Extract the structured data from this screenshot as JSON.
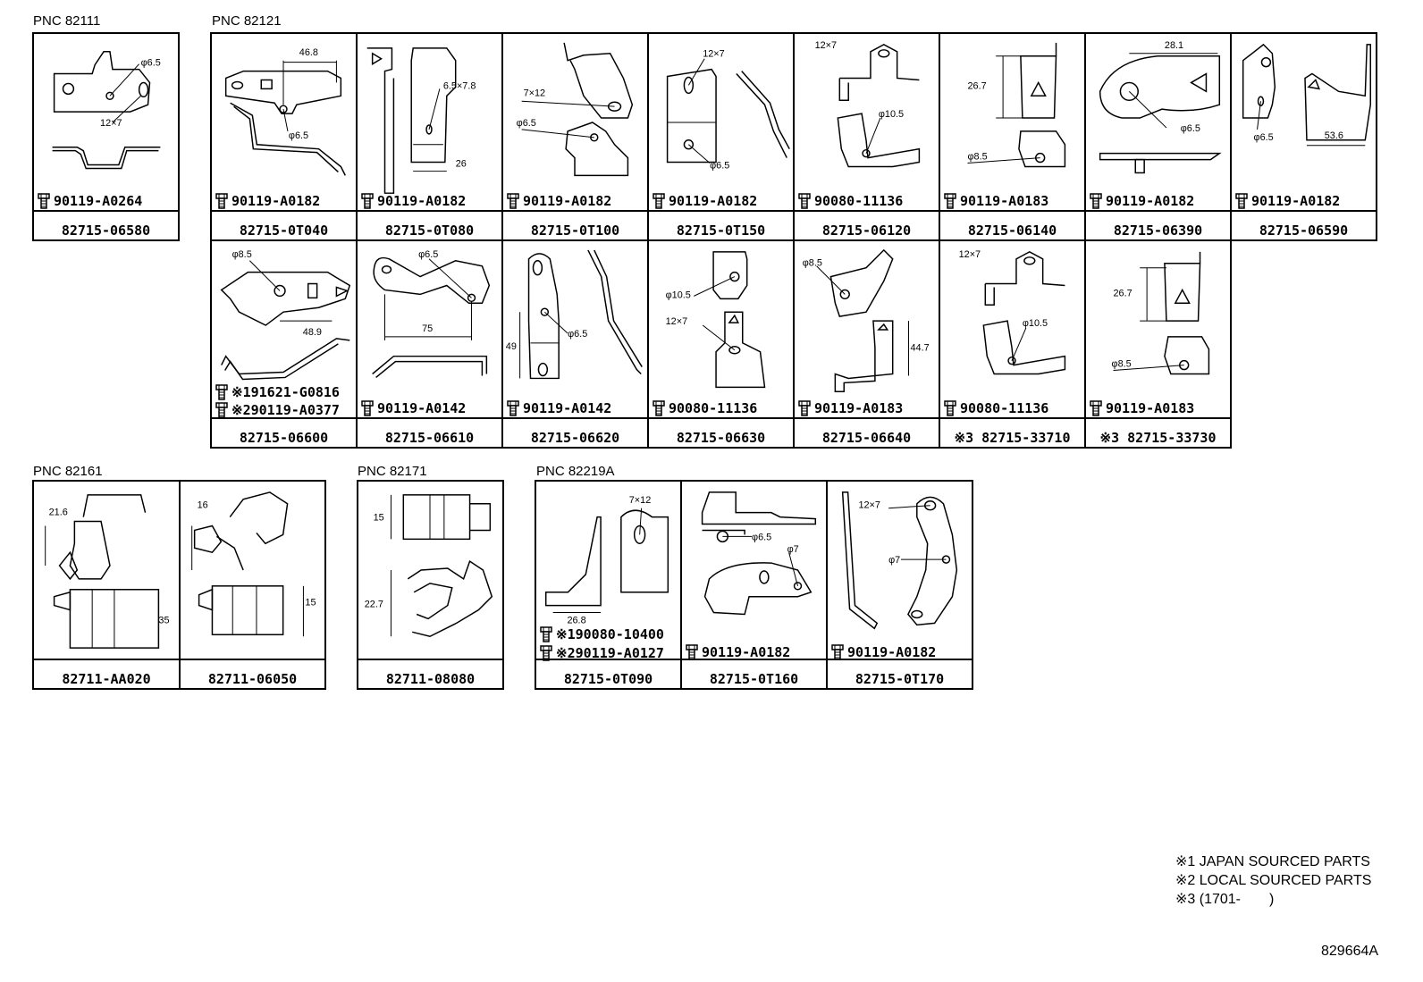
{
  "pnc_labels": {
    "g1": "PNC 82111",
    "g2": "PNC 82121",
    "g3": "PNC 82161",
    "g4": "PNC 82171",
    "g5": "PNC 82219A"
  },
  "cells": [
    {
      "part": "82715-06580",
      "bolt": "90119-A0264",
      "dims": [
        "φ6.5",
        "12×7"
      ]
    },
    {
      "part": "82715-0T040",
      "bolt": "90119-A0182",
      "dims": [
        "46.8",
        "φ6.5"
      ]
    },
    {
      "part": "82715-0T080",
      "bolt": "90119-A0182",
      "dims": [
        "6.5×7.8",
        "26"
      ]
    },
    {
      "part": "82715-0T100",
      "bolt": "90119-A0182",
      "dims": [
        "7×12",
        "φ6.5"
      ]
    },
    {
      "part": "82715-0T150",
      "bolt": "90119-A0182",
      "dims": [
        "12×7",
        "φ6.5"
      ]
    },
    {
      "part": "82715-06120",
      "bolt": "90080-11136",
      "dims": [
        "12×7",
        "φ10.5"
      ]
    },
    {
      "part": "82715-06140",
      "bolt": "90119-A0183",
      "dims": [
        "26.7",
        "φ8.5"
      ]
    },
    {
      "part": "82715-06390",
      "bolt": "90119-A0182",
      "dims": [
        "28.1",
        "φ6.5"
      ]
    },
    {
      "part": "82715-06590",
      "bolt": "90119-A0182",
      "dims": [
        "φ6.5",
        "53.6"
      ]
    },
    {
      "part": "82715-06600",
      "bolt": "※191621-G0816",
      "bolt2": "※290119-A0377",
      "dims": [
        "φ8.5",
        "48.9"
      ]
    },
    {
      "part": "82715-06610",
      "bolt": "90119-A0142",
      "dims": [
        "φ6.5",
        "75"
      ]
    },
    {
      "part": "82715-06620",
      "bolt": "90119-A0142",
      "dims": [
        "49",
        "φ6.5"
      ]
    },
    {
      "part": "82715-06630",
      "bolt": "90080-11136",
      "dims": [
        "φ10.5",
        "12×7"
      ]
    },
    {
      "part": "82715-06640",
      "bolt": "90119-A0183",
      "dims": [
        "φ8.5",
        "44.7"
      ]
    },
    {
      "part": "※3 82715-33710",
      "bolt": "90080-11136",
      "dims": [
        "12×7",
        "φ10.5"
      ]
    },
    {
      "part": "※3 82715-33730",
      "bolt": "90119-A0183",
      "dims": [
        "26.7",
        "φ8.5"
      ]
    },
    {
      "part": "82711-AA020",
      "dims": [
        "21.6",
        "35"
      ]
    },
    {
      "part": "82711-06050",
      "dims": [
        "16",
        "15"
      ]
    },
    {
      "part": "82711-08080",
      "dims": [
        "15",
        "22.7"
      ]
    },
    {
      "part": "82715-0T090",
      "bolt": "※190080-10400",
      "bolt2": "※290119-A0127",
      "dims": [
        "7×12",
        "26.8"
      ]
    },
    {
      "part": "82715-0T160",
      "bolt": "90119-A0182",
      "dims": [
        "φ6.5",
        "φ7"
      ]
    },
    {
      "part": "82715-0T170",
      "bolt": "90119-A0182",
      "dims": [
        "12×7",
        "φ7"
      ]
    }
  ],
  "legend": [
    "※1 JAPAN SOURCED PARTS",
    "※2 LOCAL SOURCED PARTS",
    "※3 (1701-　　)"
  ],
  "diagram_code": "829664A"
}
